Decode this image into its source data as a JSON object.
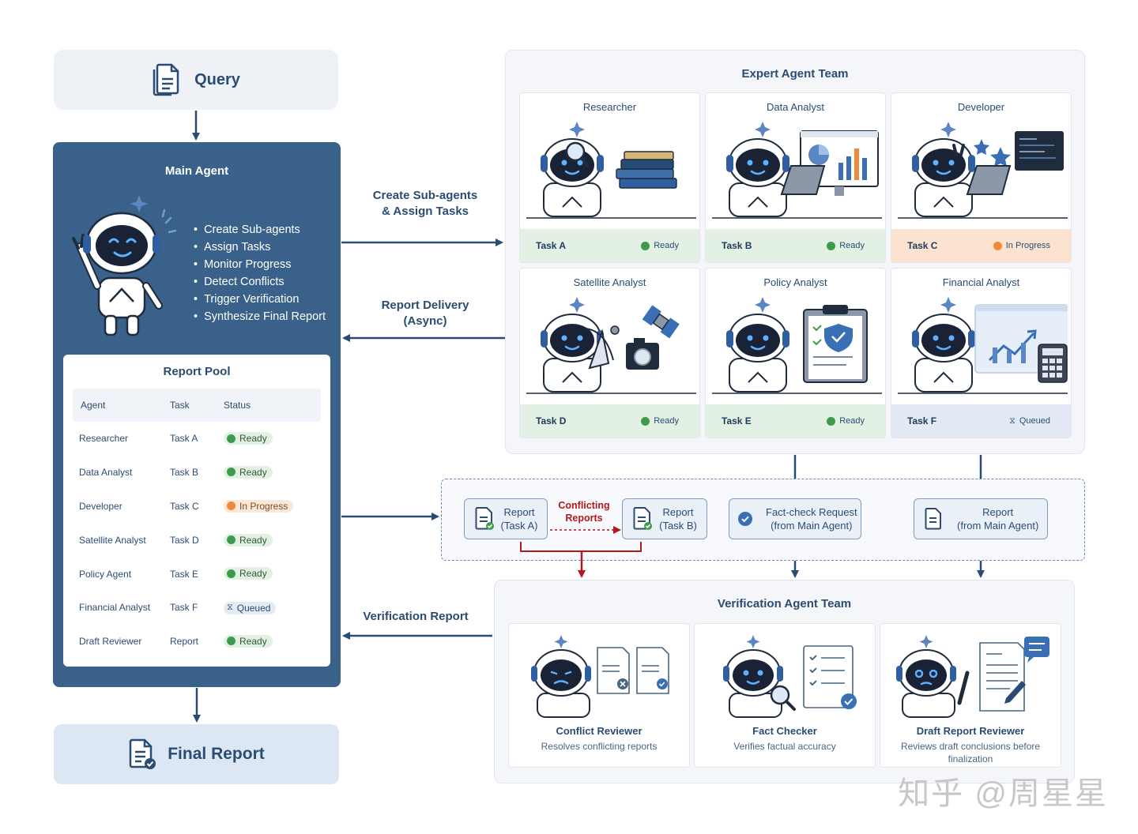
{
  "query": {
    "label": "Query"
  },
  "final_report": {
    "label": "Final Report"
  },
  "main_agent": {
    "title": "Main Agent",
    "bullets": [
      "Create Sub-agents",
      "Assign Tasks",
      "Monitor Progress",
      "Detect Conflicts",
      "Trigger Verification",
      "Synthesize Final Report"
    ]
  },
  "report_pool": {
    "title": "Report Pool",
    "headers": [
      "Agent",
      "Task",
      "Status"
    ],
    "rows": [
      {
        "agent": "Researcher",
        "task": "Task A",
        "status": "Ready",
        "kind": "ready"
      },
      {
        "agent": "Data Analyst",
        "task": "Task B",
        "status": "Ready",
        "kind": "ready"
      },
      {
        "agent": "Developer",
        "task": "Task C",
        "status": "In Progress",
        "kind": "progress"
      },
      {
        "agent": "Satellite Analyst",
        "task": "Task D",
        "status": "Ready",
        "kind": "ready"
      },
      {
        "agent": "Policy Agent",
        "task": "Task E",
        "status": "Ready",
        "kind": "ready"
      },
      {
        "agent": "Financial Analyst",
        "task": "Task F",
        "status": "Queued",
        "kind": "queued"
      },
      {
        "agent": "Draft Reviewer",
        "task": "Report",
        "status": "Ready",
        "kind": "ready"
      }
    ]
  },
  "edges": {
    "create": [
      "Create Sub-agents",
      "& Assign Tasks"
    ],
    "delivery": [
      "Report Delivery",
      "(Async)"
    ],
    "verification": "Verification Report"
  },
  "expert_team": {
    "title": "Expert Agent Team",
    "cards": [
      {
        "name": "Researcher",
        "task": "Task A",
        "status": "Ready",
        "kind": "ready"
      },
      {
        "name": "Data Analyst",
        "task": "Task B",
        "status": "Ready",
        "kind": "ready"
      },
      {
        "name": "Developer",
        "task": "Task C",
        "status": "In Progress",
        "kind": "progress"
      },
      {
        "name": "Satellite Analyst",
        "task": "Task D",
        "status": "Ready",
        "kind": "ready"
      },
      {
        "name": "Policy Analyst",
        "task": "Task E",
        "status": "Ready",
        "kind": "ready"
      },
      {
        "name": "Financial Analyst",
        "task": "Task F",
        "status": "Queued",
        "kind": "queued"
      }
    ]
  },
  "routing": {
    "report_a": [
      "Report",
      "(Task A)"
    ],
    "conflict": [
      "Conflicting",
      "Reports"
    ],
    "report_b": [
      "Report",
      "(Task B)"
    ],
    "fact_check": [
      "Fact-check Request",
      "(from Main Agent)"
    ],
    "report_main": [
      "Report",
      "(from Main Agent)"
    ]
  },
  "verification_team": {
    "title": "Verification Agent Team",
    "cards": [
      {
        "name": "Conflict Reviewer",
        "desc": "Resolves conflicting reports"
      },
      {
        "name": "Fact Checker",
        "desc": "Verifies factual accuracy"
      },
      {
        "name": "Draft Report Reviewer",
        "desc": "Reviews draft conclusions before finalization"
      }
    ]
  },
  "watermark": "知乎 @周星星",
  "colors": {
    "navy": "#3a6189",
    "text": "#2b4c72",
    "ready": "#3e9b4c",
    "progress": "#ef8a3b",
    "conflict": "#b3181e"
  }
}
